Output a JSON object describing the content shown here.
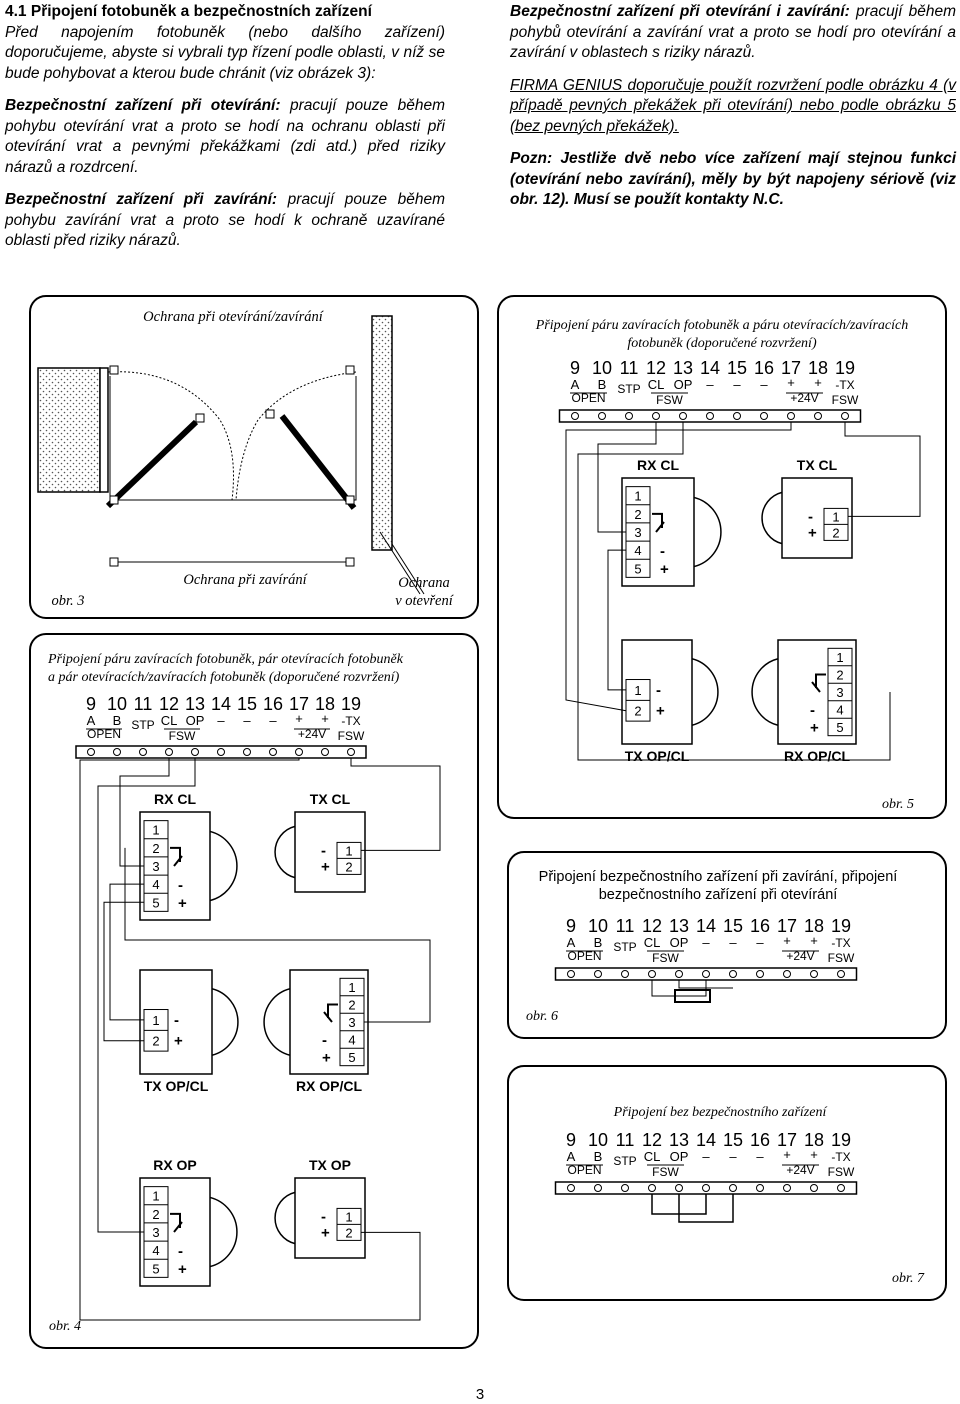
{
  "text": {
    "heading": "4.1 Připojení fotobuněk a bezpečnostních zařízení",
    "intro": "Před napojením fotobuněk (nebo dalšího zařízení) doporučujeme, abyste si vybrali typ řízení podle oblasti, v níž se bude pohybovat a kterou bude chránit (viz obrázek 3):",
    "opening_label": "Bezpečnostní zařízení při otevírání:",
    "opening_text": " pracují pouze během pohybu otevírání vrat a proto se hodí na ochranu oblasti při otevírání vrat a pevnými překážkami (zdi atd.) před riziky nárazů a rozdrcení.",
    "closing_label": "Bezpečnostní zařízení při zavírání:",
    "closing_text": " pracují pouze během pohybu zavírání vrat a proto se hodí k ochraně uzavírané oblasti před riziky nárazů.",
    "both_label": "Bezpečnostní zařízení při otevírání i zavírání:",
    "both_text": " pracují během pohybů otevírání a zavírání vrat a proto se hodí pro otevírání a zavírání v oblastech s riziky nárazů.",
    "firm_name": "FIRMA GENIUS",
    "firm_text": " doporučuje použít rozvržení podle obrázku 4 (v případě pevných překážek při otevírání) nebo podle obrázku 5 (bez pevných překážek).",
    "note": "Pozn: Jestliže dvě nebo více zařízení mají stejnou funkci (otevírání nebo zavírání), měly by být napojeny sériově (viz obr. 12). Musí se použít kontakty N.C.",
    "page_number": "3"
  },
  "fig3": {
    "title": "Ochrana při otevírání/zavírání",
    "label_closing": "Ochrana při zavírání",
    "label_opening_1": "Ochrana",
    "label_opening_2": "v otevření",
    "caption": "obr. 3"
  },
  "terminal": {
    "numbers": [
      "9",
      "10",
      "11",
      "12",
      "13",
      "14",
      "15",
      "16",
      "17",
      "18",
      "19"
    ],
    "sub_open": "A",
    "sub_b": "B",
    "sub_stp": "STP",
    "sub_cl": "CL",
    "sub_op": "OP",
    "dash": "–",
    "plus": "+",
    "minus_tx": "-TX",
    "open": "OPEN",
    "fsw": "FSW",
    "v24": "+24V",
    "fsw2": "FSW"
  },
  "devices": {
    "rx_cl": "RX CL",
    "tx_cl": "TX CL",
    "tx_opcl": "TX OP/CL",
    "rx_opcl": "RX OP/CL",
    "rx_op": "RX OP",
    "tx_op": "TX OP",
    "pins5": [
      "1",
      "2",
      "3",
      "4",
      "5"
    ],
    "pins2": [
      "1",
      "2"
    ],
    "minus": "-",
    "plus": "+"
  },
  "fig4": {
    "title_1": "Připojení páru zavíracích fotobuněk, pár otevíracích fotobuněk",
    "title_2": "a pár otevíracích/zavíracích fotobuněk (doporučené rozvržení)",
    "caption": "obr. 4"
  },
  "fig5": {
    "title_1": "Připojení páru zavíracích fotobuněk a páru otevíracích/zavíracích",
    "title_2": "fotobuněk (doporučené rozvržení)",
    "caption": "obr. 5"
  },
  "fig6": {
    "title_1": "Připojení bezpečnostního zařízení při zavírání, připojení",
    "title_2": "bezpečnostního zařízení při otevírání",
    "caption": "obr. 6"
  },
  "fig7": {
    "title": "Připojení bez bezpečnostního zařízení",
    "caption": "obr. 7"
  }
}
